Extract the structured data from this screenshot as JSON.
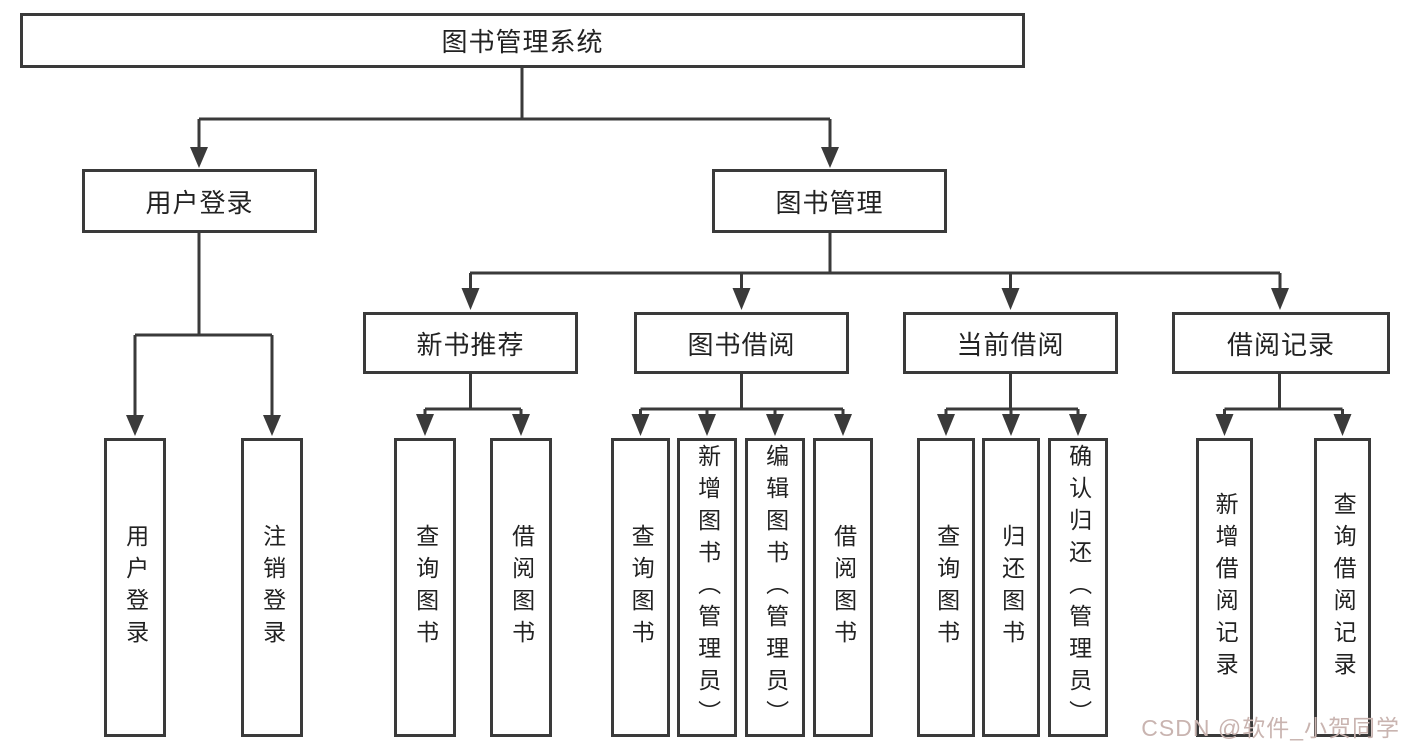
{
  "diagram": {
    "line_color": "#3a3a3a",
    "text_color": "#222222",
    "background": "#ffffff",
    "root": {
      "label": "图书管理系统"
    },
    "branches": [
      {
        "label": "用户登录"
      },
      {
        "label": "图书管理"
      }
    ],
    "modules": [
      {
        "label": "新书推荐"
      },
      {
        "label": "图书借阅"
      },
      {
        "label": "当前借阅"
      },
      {
        "label": "借阅记录"
      }
    ],
    "leaves": [
      {
        "label": "用户登录"
      },
      {
        "label": "注销登录"
      },
      {
        "label": "查询图书"
      },
      {
        "label": "借阅图书"
      },
      {
        "label": "查询图书"
      },
      {
        "label": "新增图书（管理员）"
      },
      {
        "label": "编辑图书（管理员）"
      },
      {
        "label": "借阅图书"
      },
      {
        "label": "查询图书"
      },
      {
        "label": "归还图书"
      },
      {
        "label": "确认归还（管理员）"
      },
      {
        "label": "新增借阅记录"
      },
      {
        "label": "查询借阅记录"
      }
    ]
  },
  "watermark": {
    "text": "CSDN @软件_小贺同学",
    "color": "#c9b4b0"
  }
}
